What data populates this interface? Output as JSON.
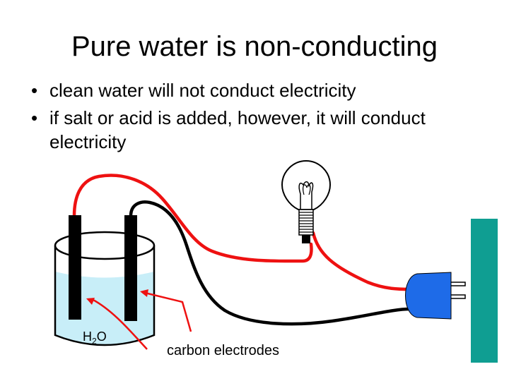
{
  "title": "Pure water is non-conducting",
  "bullets": [
    "clean water will not conduct electricity",
    "if salt or acid is added, however, it will conduct electricity"
  ],
  "bullet_symbol": "•",
  "diagram": {
    "water_label": {
      "main": "H",
      "subscript": "2",
      "tail": "O"
    },
    "electrodes_label": "carbon electrodes"
  },
  "colors": {
    "red_wire": "#ee1111",
    "black_wire": "#000000",
    "water": "#c8eef8",
    "plug": "#1e6be8",
    "wall_socket": "#0f9e92",
    "arrow": "#ee1111"
  },
  "icons": [
    "light-bulb-icon",
    "power-plug-icon",
    "beaker-icon",
    "wall-outlet-icon"
  ]
}
